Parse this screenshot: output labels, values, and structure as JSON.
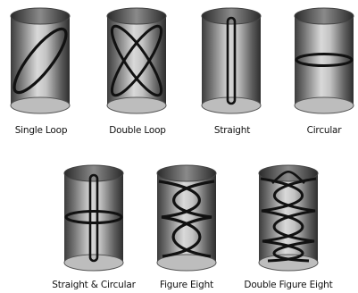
{
  "patterns": [
    {
      "label": "Single Loop"
    },
    {
      "label": "Double Loop"
    },
    {
      "label": "Straight"
    },
    {
      "label": "Circular"
    },
    {
      "label": "Straight & Circular"
    },
    {
      "label": "Figure Eight"
    },
    {
      "label": "Double Figure Eight"
    }
  ]
}
